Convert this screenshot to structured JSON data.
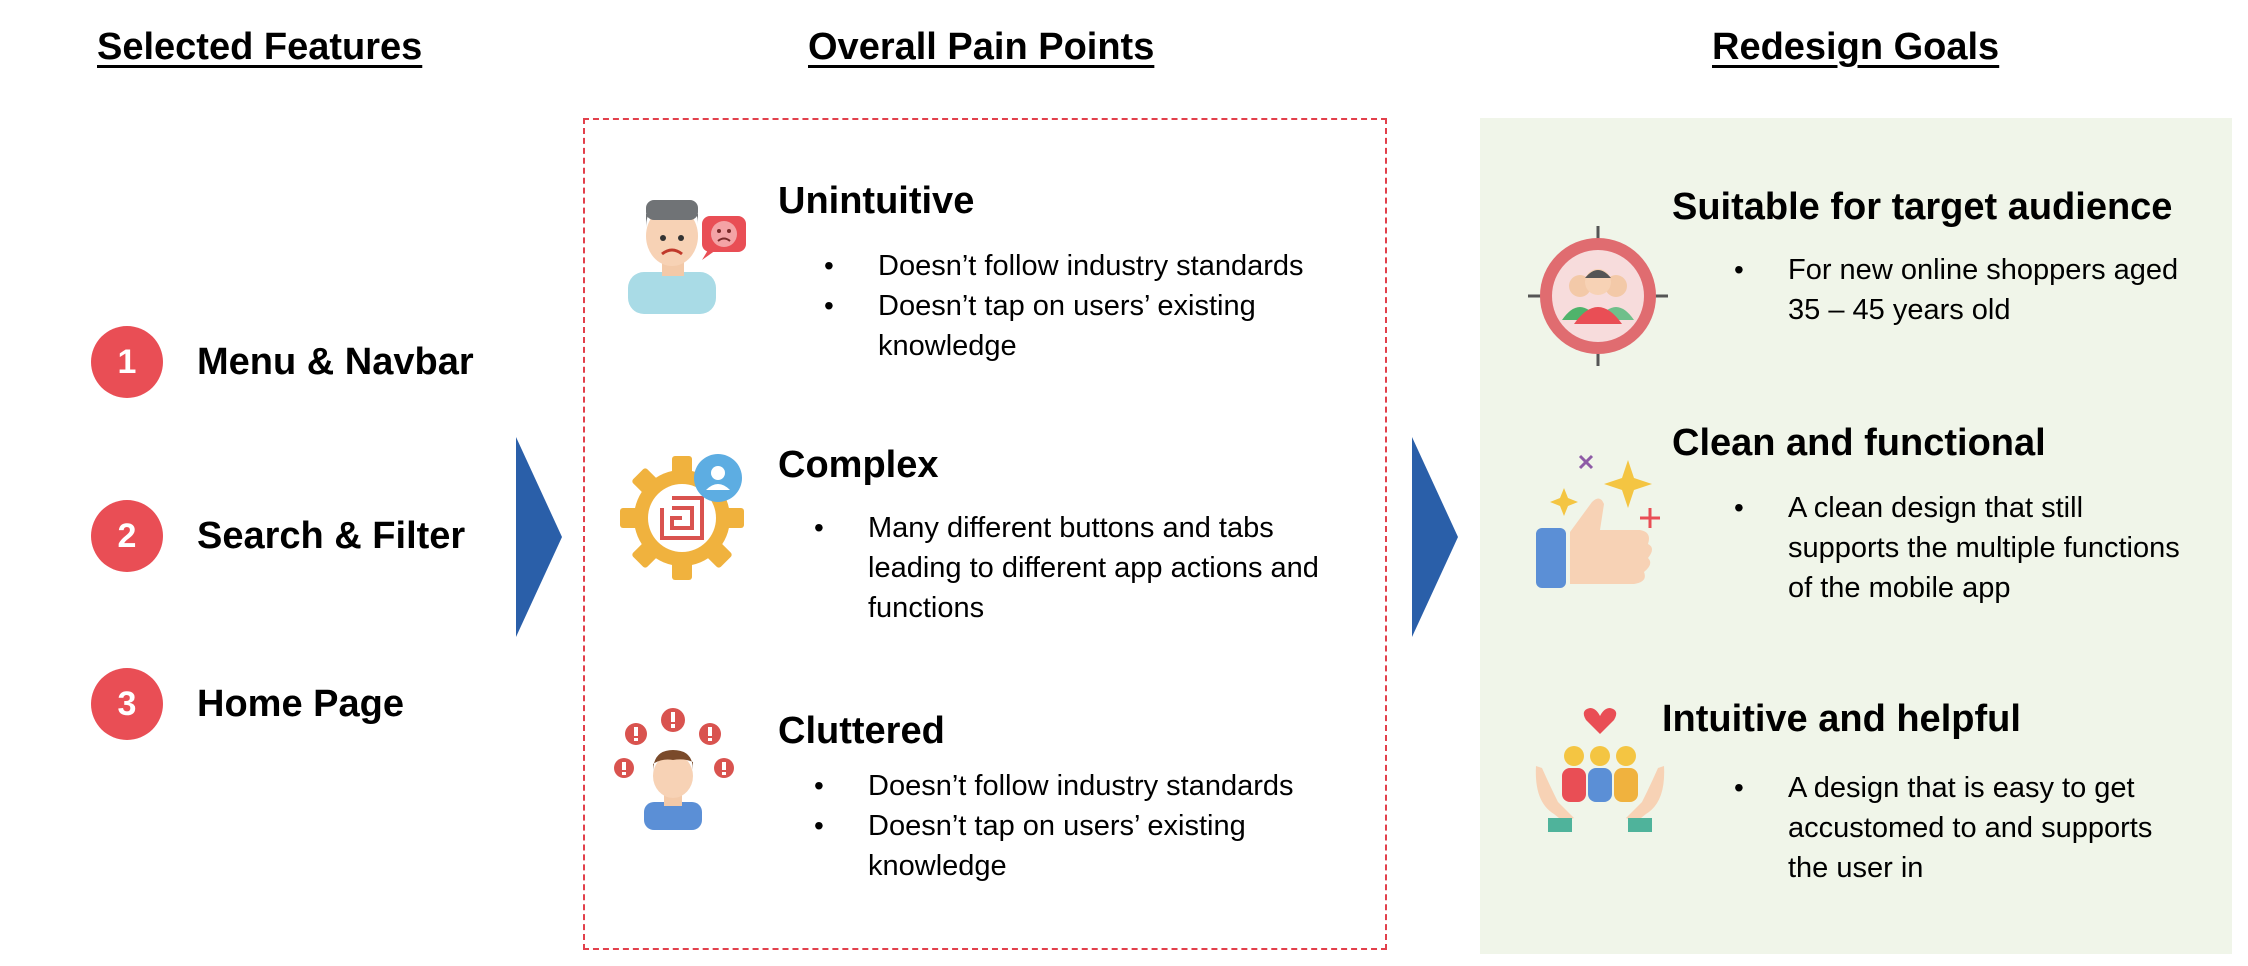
{
  "headings": {
    "features": "Selected Features",
    "pain_points": "Overall Pain Points",
    "goals": "Redesign Goals"
  },
  "features": [
    {
      "number": "1",
      "label": "Menu & Navbar"
    },
    {
      "number": "2",
      "label": "Search & Filter"
    },
    {
      "number": "3",
      "label": "Home Page"
    }
  ],
  "pain_points": [
    {
      "title": "Unintuitive",
      "icon": "frustrated-user-icon",
      "bullets": [
        "Doesn’t follow industry standards",
        "Doesn’t tap on users’ existing knowledge"
      ]
    },
    {
      "title": "Complex",
      "icon": "complex-gear-icon",
      "bullets": [
        "Many different buttons and tabs leading to different app actions and functions"
      ]
    },
    {
      "title": "Cluttered",
      "icon": "cluttered-alerts-icon",
      "bullets": [
        "Doesn’t follow industry standards",
        "Doesn’t tap on users’ existing knowledge"
      ]
    }
  ],
  "goals": [
    {
      "title": "Suitable for target audience",
      "icon": "target-audience-icon",
      "bullets": [
        "For new online shoppers aged 35 – 45 years old"
      ]
    },
    {
      "title": "Clean and functional",
      "icon": "thumbs-up-icon",
      "bullets": [
        "A clean design that still supports the multiple functions of the mobile app"
      ]
    },
    {
      "title": "Intuitive and helpful",
      "icon": "helping-hands-icon",
      "bullets": [
        "A design that is easy to get accustomed to and supports the user in"
      ]
    }
  ],
  "colors": {
    "badge": "#e94e55",
    "arrow": "#2a5fa9",
    "pain_border": "#e2404b",
    "goals_background": "#f0f5e9"
  }
}
